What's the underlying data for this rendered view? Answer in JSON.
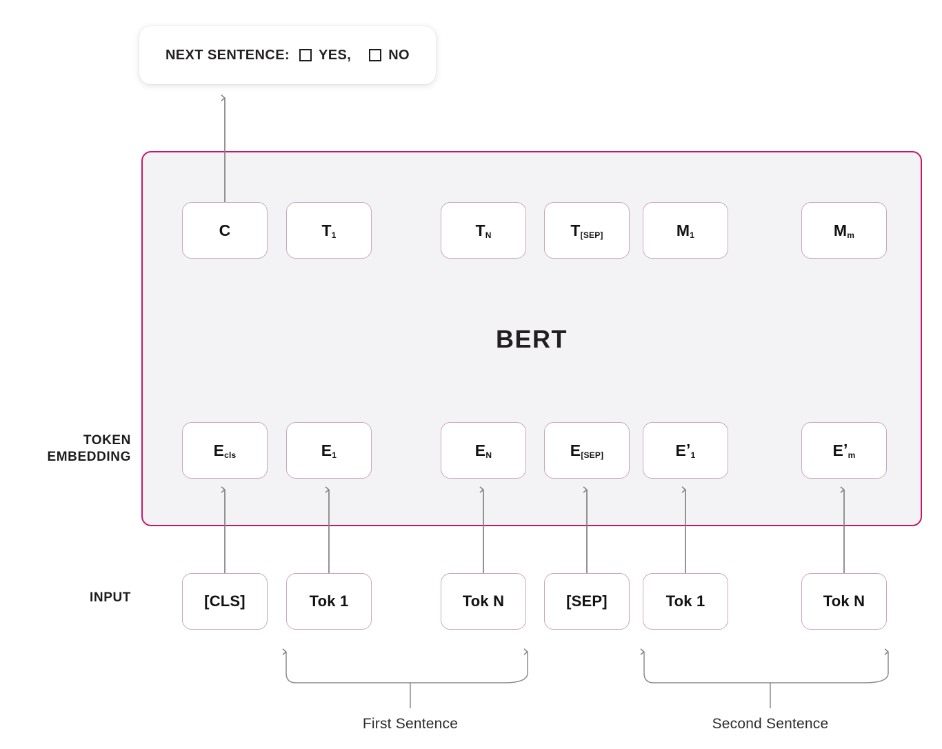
{
  "diagram": {
    "title": "BERT",
    "model_label": "BERT"
  },
  "nsp": {
    "label": "NEXT SENTENCE:",
    "yes": "YES,",
    "no": "NO",
    "checkbox_yes_icon": "checkbox-empty-icon",
    "checkbox_no_icon": "checkbox-empty-icon"
  },
  "row_labels": {
    "token_embedding_line1": "TOKEN",
    "token_embedding_line2": "EMBEDDING",
    "input": "INPUT"
  },
  "outputs": [
    {
      "base": "C",
      "sub": "",
      "prime": false
    },
    {
      "base": "T",
      "sub": "1",
      "prime": false
    },
    {
      "base": "T",
      "sub": "N",
      "prime": false
    },
    {
      "base": "T",
      "sub": "[SEP]",
      "prime": false
    },
    {
      "base": "M",
      "sub": "1",
      "prime": false
    },
    {
      "base": "M",
      "sub": "m",
      "prime": false
    }
  ],
  "embeddings": [
    {
      "base": "E",
      "sub": "cls",
      "prime": false
    },
    {
      "base": "E",
      "sub": "1",
      "prime": false
    },
    {
      "base": "E",
      "sub": "N",
      "prime": false
    },
    {
      "base": "E",
      "sub": "[SEP]",
      "prime": false
    },
    {
      "base": "E",
      "sub": "1",
      "prime": true
    },
    {
      "base": "E",
      "sub": "m",
      "prime": true
    }
  ],
  "inputs": [
    {
      "label": "[CLS]"
    },
    {
      "label": "Tok 1"
    },
    {
      "label": "Tok N"
    },
    {
      "label": "[SEP]"
    },
    {
      "label": "Tok 1"
    },
    {
      "label": "Tok N"
    }
  ],
  "sentences": {
    "first": "First Sentence",
    "second": "Second Sentence"
  },
  "colors": {
    "container_border": "#c2186b",
    "container_fill": "#f3f3f6",
    "box_border": "#c9a7bd",
    "box_fill": "#ffffff",
    "text": "#231f20",
    "wire": "#808080"
  }
}
